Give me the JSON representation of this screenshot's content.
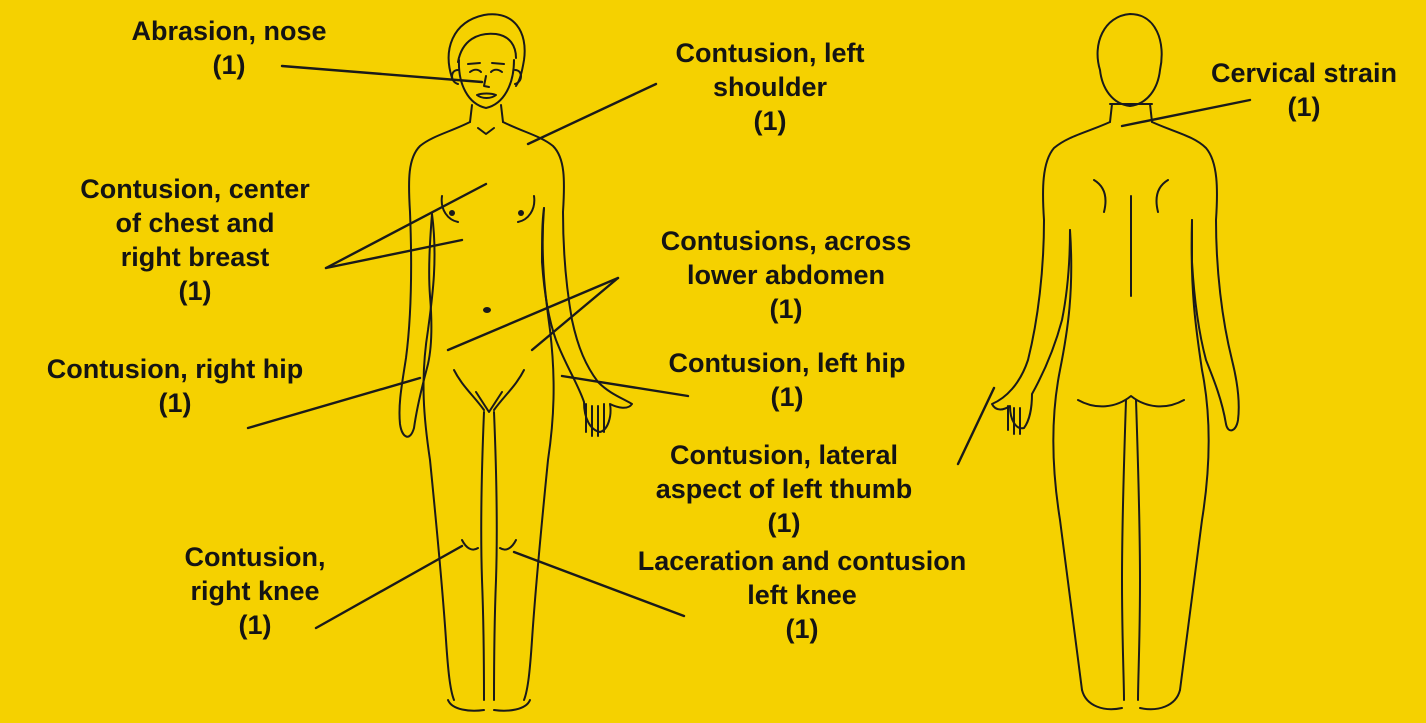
{
  "background_color": "#F5D100",
  "text_color": "#141414",
  "figures": [
    {
      "name": "front-body-figure"
    },
    {
      "name": "back-body-figure"
    }
  ],
  "labels": [
    {
      "id": "abrasion-nose",
      "lines": [
        "Abrasion, nose",
        "(1)"
      ]
    },
    {
      "id": "contusion-left-shoulder",
      "lines": [
        "Contusion, left",
        "shoulder",
        "(1)"
      ]
    },
    {
      "id": "cervical-strain",
      "lines": [
        "Cervical strain",
        "(1)"
      ]
    },
    {
      "id": "contusion-chest-right-breast",
      "lines": [
        "Contusion, center",
        "of chest and",
        "right breast",
        "(1)"
      ]
    },
    {
      "id": "contusions-lower-abdomen",
      "lines": [
        "Contusions, across",
        "lower abdomen",
        "(1)"
      ]
    },
    {
      "id": "contusion-right-hip",
      "lines": [
        "Contusion, right hip",
        "(1)"
      ]
    },
    {
      "id": "contusion-left-hip",
      "lines": [
        "Contusion, left hip",
        "(1)"
      ]
    },
    {
      "id": "contusion-left-thumb",
      "lines": [
        "Contusion, lateral",
        "aspect of left thumb",
        "(1)"
      ]
    },
    {
      "id": "contusion-right-knee",
      "lines": [
        "Contusion,",
        "right knee",
        "(1)"
      ]
    },
    {
      "id": "laceration-contusion-left-knee",
      "lines": [
        "Laceration and contusion",
        "left knee",
        "(1)"
      ]
    }
  ]
}
